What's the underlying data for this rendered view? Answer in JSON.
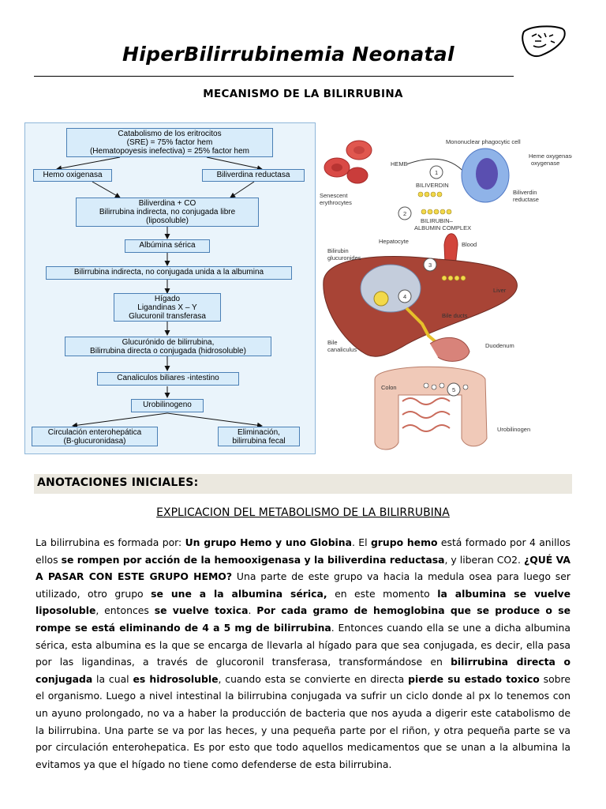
{
  "document": {
    "title": "HiperBilirrubinemia Neonatal",
    "subtitle": "MECANISMO DE LA BILIRRUBINA"
  },
  "flowchart": {
    "boxes": [
      {
        "lines": [
          "Catabolismo de los eritrocitos",
          "(SRE) = 75% factor hem",
          "(Hematopoyesis inefectiva) = 25% factor hem"
        ]
      },
      {
        "lines": [
          "Hemo oxigenasa"
        ]
      },
      {
        "lines": [
          "Biliverdina reductasa"
        ]
      },
      {
        "lines": [
          "Biliverdina + CO",
          "Bilirrubina indirecta, no conjugada libre",
          "(liposoluble)"
        ]
      },
      {
        "lines": [
          "Albúmina sérica"
        ]
      },
      {
        "lines": [
          "Bilirrubina indirecta, no conjugada unida a la albumina"
        ]
      },
      {
        "lines": [
          "Hígado",
          "Ligandinas X – Y",
          "Glucuronil transferasa"
        ]
      },
      {
        "lines": [
          "Glucurónido de bilirrubina,",
          "Bilirrubina directa o conjugada (hidrosoluble)"
        ]
      },
      {
        "lines": [
          "Canaliculos biliares -intestino"
        ]
      },
      {
        "lines": [
          "Urobilinogeno"
        ]
      },
      {
        "lines": [
          "Circulación enterohepática",
          "(B-glucuronidasa)"
        ]
      },
      {
        "lines": [
          "Eliminación,",
          "bilirrubina fecal"
        ]
      }
    ]
  },
  "illustration": {
    "labels": {
      "mononuclear": "Mononuclear phagocytic cell",
      "heme_oxygenase": "Heme oxygenase",
      "heme_oxygenase_2": "oxygenase",
      "heme": "HEME",
      "biliverdin": "BILIVERDIN",
      "biliverdin_reductase": "Biliverdin",
      "biliverdin_reductase_2": "reductase",
      "senescent": "Senescent",
      "erythrocytes": "erythrocytes",
      "complex": "BILIRUBIN–",
      "complex_2": "ALBUMIN COMPLEX",
      "hepatocyte": "Hepatocyte",
      "blood": "Blood",
      "bilirubin_gluc": "Bilirubin",
      "bilirubin_gluc_2": "glucuronides",
      "liver": "Liver",
      "bile_ducts": "Bile ducts",
      "bile_canaliculus": "Bile",
      "bile_canaliculus_2": "canaliculus",
      "duodenum": "Duodenum",
      "colon": "Colon",
      "urobilinogen": "Urobilinogen",
      "step1": "1",
      "step2": "2",
      "step3": "3",
      "step4": "4",
      "step5": "5"
    }
  },
  "section": {
    "banner": "ANOTACIONES INICIALES:",
    "heading": "EXPLICACION DEL METABOLISMO DE LA BILIRRUBINA"
  },
  "body": [
    {
      "t": "La bilirrubina es formada por: ",
      "b": false
    },
    {
      "t": "Un grupo Hemo y uno Globina",
      "b": true
    },
    {
      "t": ". El ",
      "b": false
    },
    {
      "t": "grupo hemo",
      "b": true
    },
    {
      "t": " está formado por 4 anillos ellos ",
      "b": false
    },
    {
      "t": "se rompen por acción de la hemooxigenasa y la biliverdina reductasa",
      "b": true
    },
    {
      "t": ", y liberan CO2. ",
      "b": false
    },
    {
      "t": "¿QUÉ VA A PASAR CON ESTE GRUPO HEMO?",
      "b": true
    },
    {
      "t": " Una parte de este grupo va hacia la medula osea para luego ser utilizado, otro grupo ",
      "b": false
    },
    {
      "t": "se une a la albumina sérica,",
      "b": true
    },
    {
      "t": " en este momento ",
      "b": false
    },
    {
      "t": "la albumina se vuelve liposoluble",
      "b": true
    },
    {
      "t": ", entonces ",
      "b": false
    },
    {
      "t": "se vuelve toxica",
      "b": true
    },
    {
      "t": ". ",
      "b": false
    },
    {
      "t": "Por cada gramo de hemoglobina que se produce o se rompe se está eliminando de 4 a 5 mg de bilirrubina",
      "b": true
    },
    {
      "t": ". Entonces cuando ella se une a dicha albumina sérica, esta albumina es la que se encarga de llevarla al hígado para que sea conjugada, es decir, ella pasa por las ligandinas, a través de glucoronil transferasa, transformándose en ",
      "b": false
    },
    {
      "t": "bilirrubina directa o conjugada",
      "b": true
    },
    {
      "t": " la cual ",
      "b": false
    },
    {
      "t": "es hidrosoluble",
      "b": true
    },
    {
      "t": ", cuando esta se convierte en directa ",
      "b": false
    },
    {
      "t": "pierde su estado toxico",
      "b": true
    },
    {
      "t": " sobre el organismo. Luego a  nivel intestinal la bilirrubina conjugada va sufrir un ciclo donde al px lo tenemos con un ayuno prolongado, no va a haber la producción de bacteria que nos ayuda a digerir este catabolismo de la bilirrubina. Una parte se va por las heces, y una pequeña parte por el riñon, y otra pequeña parte se va por circulación enterohepatica. Es por esto que todo aquellos medicamentos que se unan a la albumina la evitamos ya que el hígado no tiene como defenderse de esta bilirrubina.",
      "b": false
    }
  ]
}
